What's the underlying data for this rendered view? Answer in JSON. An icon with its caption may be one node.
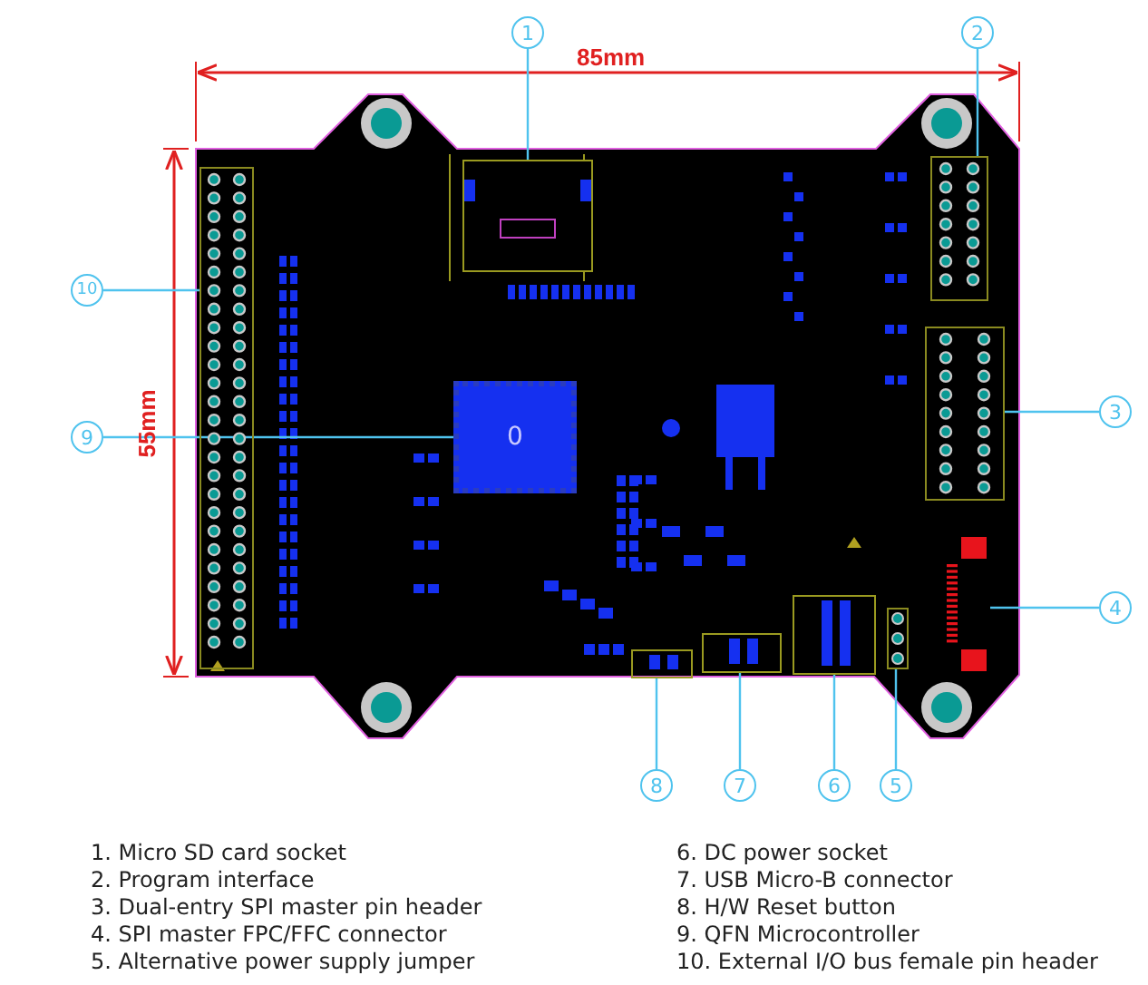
{
  "diagram": {
    "nodes": [
      {
        "text": [
          "1"
        ]
      },
      {
        "text": [
          "2"
        ]
      },
      {
        "text": [
          "3"
        ]
      },
      {
        "text": [
          "4"
        ]
      },
      {
        "text": [
          "5"
        ]
      },
      {
        "text": [
          "6"
        ]
      },
      {
        "text": [
          "7"
        ]
      },
      {
        "text": [
          "8"
        ]
      },
      {
        "text": [
          "9"
        ]
      },
      {
        "text": [
          "10"
        ]
      },
      {
        "text": [],
        "shape": "box"
      },
      {
        "text": [],
        "shape": "box"
      },
      {
        "text": [],
        "shape": "box"
      },
      {
        "text": [],
        "shape": "box"
      },
      {
        "text": [],
        "shape": "box"
      },
      {
        "text": [],
        "shape": "box"
      },
      {
        "text": [],
        "shape": "box"
      },
      {
        "text": [],
        "shape": "box"
      },
      {
        "text": [
          "0"
        ]
      },
      {
        "text": [],
        "shape": "box"
      }
    ],
    "edges": [
      {
        "from": 0,
        "to": 10,
        "arrow": "none"
      },
      {
        "from": 1,
        "to": 11,
        "arrow": "none"
      },
      {
        "from": 2,
        "to": 12,
        "arrow": "none"
      },
      {
        "from": 3,
        "to": 13,
        "arrow": "none"
      },
      {
        "from": 4,
        "to": 14,
        "arrow": "none"
      },
      {
        "from": 5,
        "to": 15,
        "arrow": "none"
      },
      {
        "from": 6,
        "to": 16,
        "arrow": "none"
      },
      {
        "from": 7,
        "to": 17,
        "arrow": "none"
      },
      {
        "from": 8,
        "to": 18,
        "arrow": "none"
      },
      {
        "from": 9,
        "to": 19,
        "arrow": "none"
      }
    ],
    "labels": [
      "85mm",
      "55mm",
      "1. Micro SD card socket",
      "2. Program interface",
      "3. Dual-entry SPI master pin header",
      "4. SPI master FPC/FFC connector",
      "5. Alternative power supply jumper",
      "6. DC power socket",
      "7. USB Micro-B connector",
      "8. H/W Reset button",
      "9. QFN Microcontroller",
      "10. External I/O bus female pin header"
    ]
  }
}
